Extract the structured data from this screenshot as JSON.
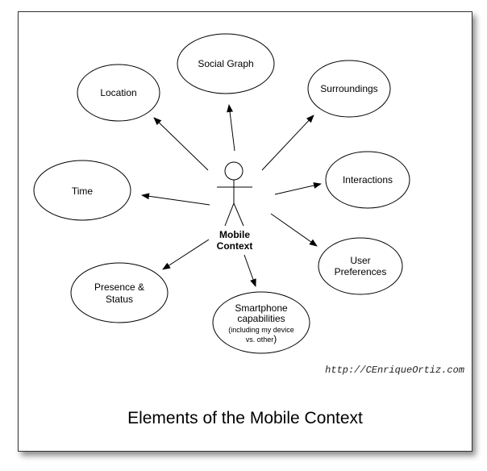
{
  "diagram": {
    "actor": {
      "label_line1": "Mobile",
      "label_line2": "Context"
    },
    "nodes": {
      "social_graph": {
        "line1": "Social Graph"
      },
      "location": {
        "line1": "Location"
      },
      "surroundings": {
        "line1": "Surroundings"
      },
      "time": {
        "line1": "Time"
      },
      "interactions": {
        "line1": "Interactions"
      },
      "user_preferences": {
        "line1": "User",
        "line2": "Preferences"
      },
      "presence_status": {
        "line1": "Presence &",
        "line2": "Status"
      },
      "smartphone": {
        "line1": "Smartphone",
        "line2": "capabilities",
        "line3": "(including my device",
        "line4": "vs. other",
        "line4_paren": ")"
      }
    },
    "watermark": "http://CEnriqueOrtiz.com",
    "caption": "Elements of the Mobile Context"
  }
}
